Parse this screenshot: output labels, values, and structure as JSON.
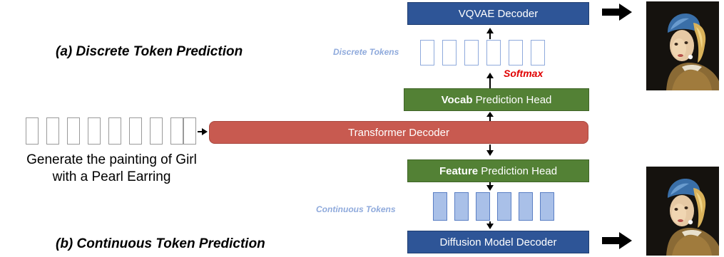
{
  "headings": {
    "discrete": "(a) Discrete Token Prediction",
    "continuous": "(b) Continuous Token Prediction"
  },
  "boxes": {
    "vqvae_decoder": "VQVAE Decoder",
    "vocab_head_bold": "Vocab",
    "vocab_head_rest": " Prediction Head",
    "transformer_decoder": "Transformer Decoder",
    "feature_head_bold": "Feature",
    "feature_head_rest": " Prediction Head",
    "diffusion_decoder": "Diffusion Model Decoder"
  },
  "labels": {
    "discrete_tokens": "Discrete Tokens",
    "continuous_tokens": "Continuous Tokens",
    "softmax": "Softmax"
  },
  "prompt": {
    "line1": "Generate the painting of Girl",
    "line2": "with a Pearl Earring"
  },
  "colors": {
    "blue_box": "#2e5597",
    "green_box": "#538135",
    "red_box": "#c85a50",
    "token_light": "#8faadc",
    "softmax": "#e00000"
  }
}
